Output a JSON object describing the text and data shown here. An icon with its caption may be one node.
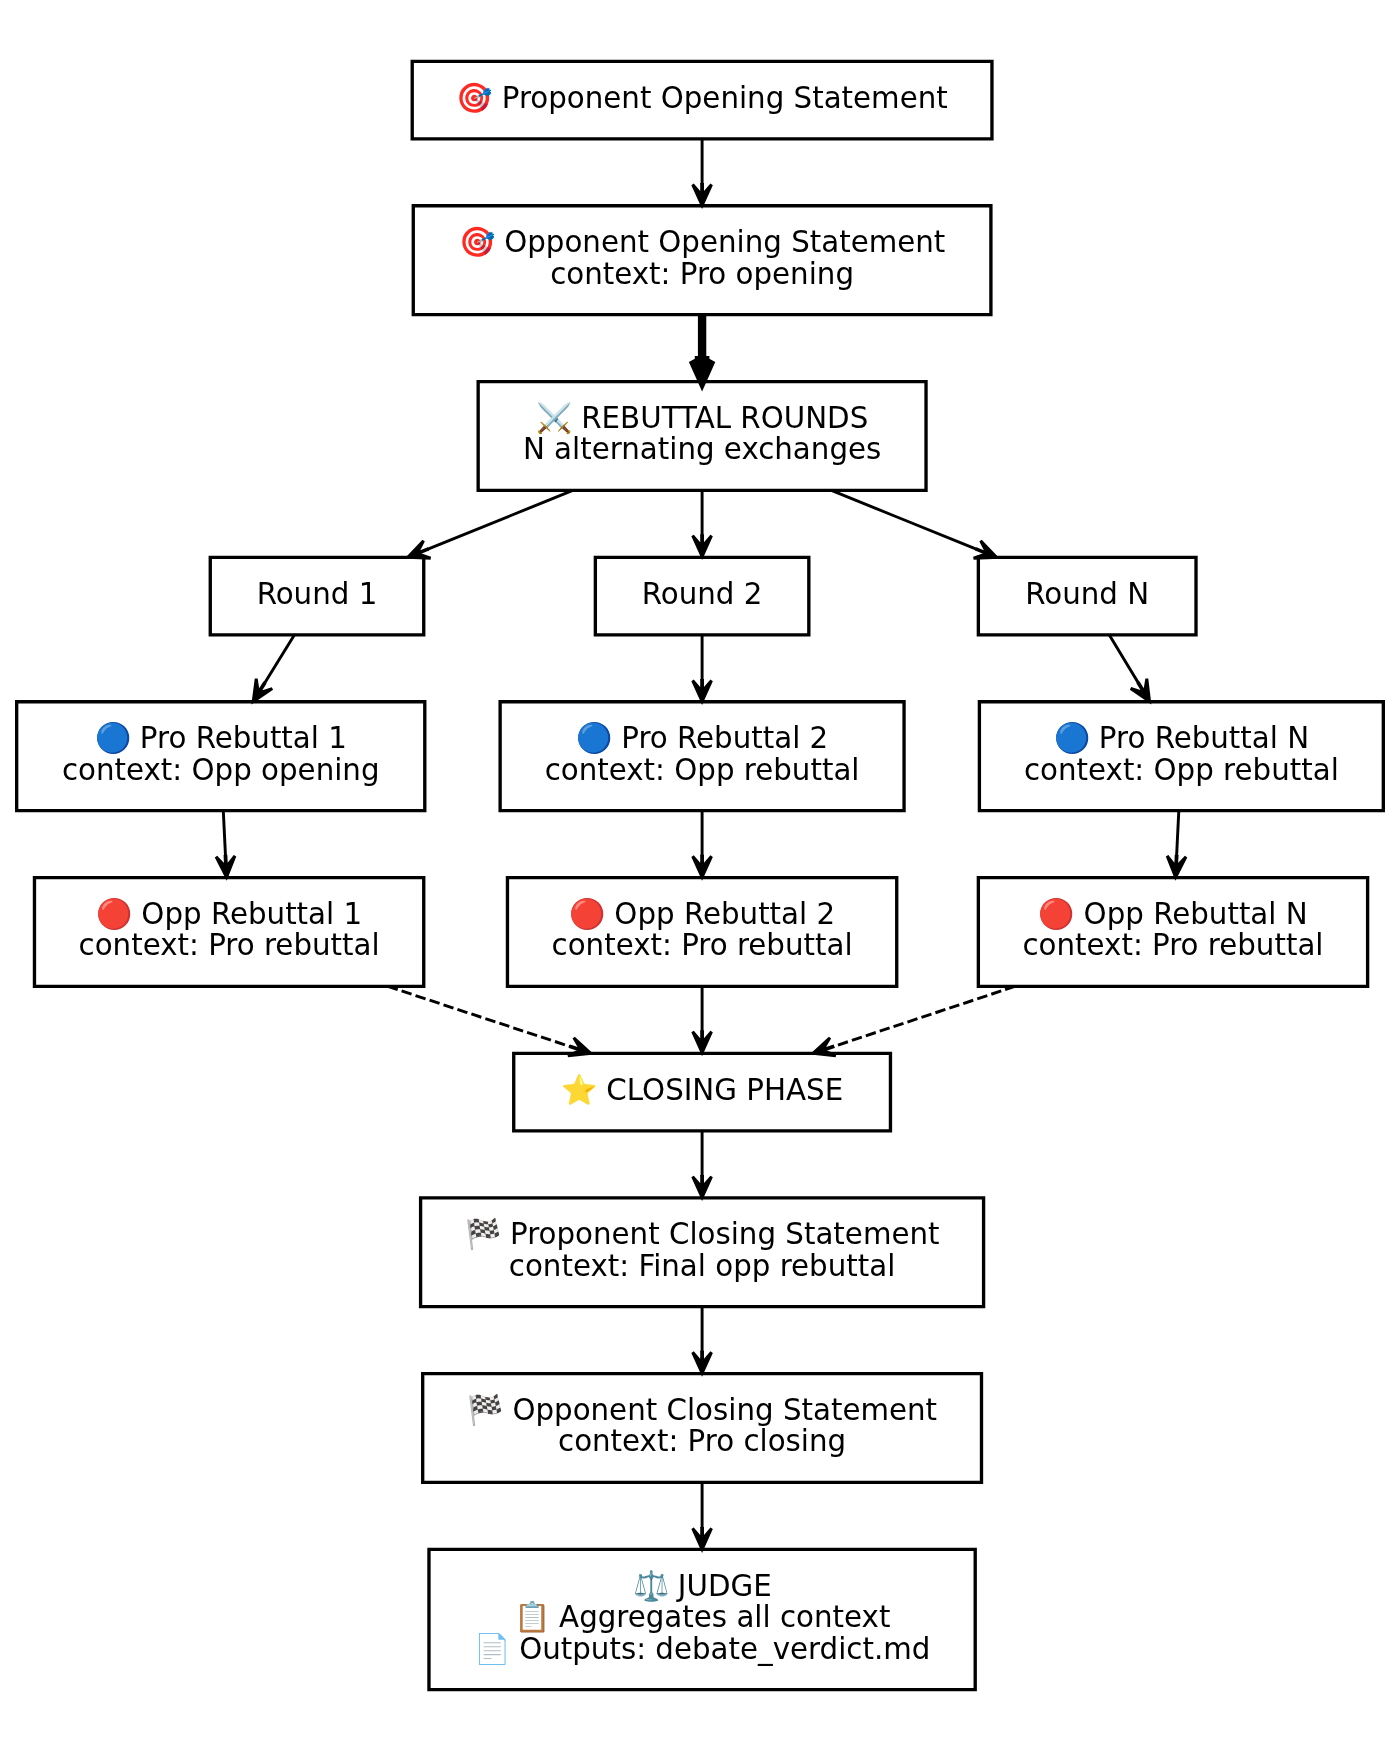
{
  "diagram": {
    "nodes": [
      {
        "text": [
          "🎯 Proponent Opening Statement"
        ]
      },
      {
        "text": [
          "🎯 Opponent Opening Statement",
          "context: Pro opening"
        ]
      },
      {
        "text": [
          "⚔️ REBUTTAL ROUNDS",
          "N alternating exchanges"
        ]
      },
      {
        "text": [
          "Round 1"
        ]
      },
      {
        "text": [
          "Round 2"
        ]
      },
      {
        "text": [
          "Round N"
        ]
      },
      {
        "text": [
          "🔵 Pro Rebuttal 1",
          "context: Opp opening"
        ]
      },
      {
        "text": [
          "🔵 Pro Rebuttal 2",
          "context: Opp rebuttal"
        ]
      },
      {
        "text": [
          "🔵 Pro Rebuttal N",
          "context: Opp rebuttal"
        ]
      },
      {
        "text": [
          "🔴 Opp Rebuttal 1",
          "context: Pro rebuttal"
        ]
      },
      {
        "text": [
          "🔴 Opp Rebuttal 2",
          "context: Pro rebuttal"
        ]
      },
      {
        "text": [
          "🔴 Opp Rebuttal N",
          "context: Pro rebuttal"
        ]
      },
      {
        "text": [
          "⭐ CLOSING PHASE"
        ]
      },
      {
        "text": [
          "🏁 Proponent Closing Statement",
          "context: Final opp rebuttal"
        ]
      },
      {
        "text": [
          "🏁 Opponent Closing Statement",
          "context: Pro closing"
        ]
      },
      {
        "text": [
          "⚖️ JUDGE",
          "📋 Aggregates all context",
          "📄 Outputs: debate_verdict.md"
        ]
      }
    ],
    "edges": [
      {
        "from": 0,
        "to": 1,
        "arrow": "to"
      },
      {
        "from": 1,
        "to": 2,
        "arrow": "to",
        "style": "thick"
      },
      {
        "from": 2,
        "to": 3,
        "arrow": "to"
      },
      {
        "from": 2,
        "to": 4,
        "arrow": "to"
      },
      {
        "from": 2,
        "to": 5,
        "arrow": "to"
      },
      {
        "from": 3,
        "to": 6,
        "arrow": "to"
      },
      {
        "from": 4,
        "to": 7,
        "arrow": "to"
      },
      {
        "from": 5,
        "to": 8,
        "arrow": "to"
      },
      {
        "from": 6,
        "to": 9,
        "arrow": "to"
      },
      {
        "from": 7,
        "to": 10,
        "arrow": "to"
      },
      {
        "from": 8,
        "to": 11,
        "arrow": "to"
      },
      {
        "from": 9,
        "to": 12,
        "arrow": "to",
        "style": "dashed"
      },
      {
        "from": 10,
        "to": 12,
        "arrow": "to"
      },
      {
        "from": 11,
        "to": 12,
        "arrow": "to",
        "style": "dashed"
      },
      {
        "from": 12,
        "to": 13,
        "arrow": "to"
      },
      {
        "from": 13,
        "to": 14,
        "arrow": "to"
      },
      {
        "from": 14,
        "to": 15,
        "arrow": "to"
      }
    ]
  }
}
